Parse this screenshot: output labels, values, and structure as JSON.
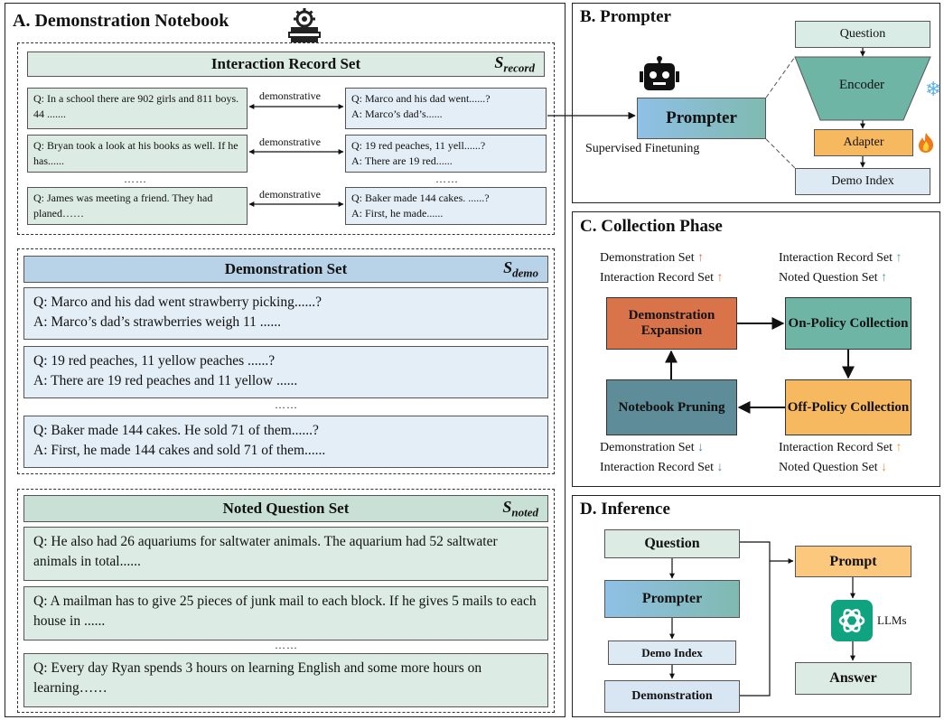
{
  "panelA": {
    "title": "A. Demonstration Notebook",
    "record": {
      "header": "Interaction Record Set",
      "sym_main": "S",
      "sym_sub": "record",
      "rows": [
        {
          "left": "Q: In a school there are 902 girls and 811 boys. 44 .......",
          "label": "demonstrative",
          "right": "Q: Marco and his dad went......?\nA: Marco’s dad’s......"
        },
        {
          "left": "Q: Bryan took a look at his books as well. If he has......",
          "label": "demonstrative",
          "right": "Q: 19 red peaches, 11 yell......?\nA: There are 19 red......"
        },
        {
          "left": "Q: James was meeting a friend. They had planed……",
          "label": "demonstrative",
          "right": "Q: Baker made 144 cakes. ......?\nA: First, he made......"
        }
      ],
      "dots_left": "……",
      "dots_right": "……"
    },
    "demo": {
      "header": "Demonstration Set",
      "sym_main": "S",
      "sym_sub": "demo",
      "items": [
        "Q: Marco and his dad went strawberry picking......?\nA: Marco’s dad’s strawberries weigh 11 ......",
        "Q: 19 red peaches, 11 yellow peaches ......?\nA: There are 19 red peaches and 11 yellow ......",
        "Q: Baker made 144 cakes. He sold 71 of them......?\nA: First, he made 144 cakes and sold 71 of them......"
      ],
      "dots": "……"
    },
    "noted": {
      "header": "Noted Question Set",
      "sym_main": "S",
      "sym_sub": "noted",
      "items": [
        "Q: He also had 26 aquariums for saltwater animals. The aquarium had 52 saltwater animals in total......",
        "Q: A mailman has to give 25 pieces of junk mail to each block. If he gives 5 mails to each house in ......",
        "Q: Every day Ryan spends 3 hours on learning English and some more hours on learning……"
      ],
      "dots": "……"
    }
  },
  "panelB": {
    "title": "B. Prompter",
    "question": "Question",
    "encoder": "Encoder",
    "adapter": "Adapter",
    "demo_index": "Demo Index",
    "prompter": "Prompter",
    "sft": "Supervised Finetuning"
  },
  "panelC": {
    "title": "C. Collection Phase",
    "tl": [
      "Demonstration Set",
      "Interaction Record Set"
    ],
    "tr": [
      "Interaction Record Set",
      "Noted Question Set"
    ],
    "bl": [
      "Demonstration Set",
      "Interaction Record Set"
    ],
    "br": [
      "Interaction Record Set",
      "Noted Question Set"
    ],
    "expansion": "Demonstration Expansion",
    "onpolicy": "On-Policy Collection",
    "offpolicy": "Off-Policy Collection",
    "pruning": "Notebook Pruning",
    "arrow_up": "↑",
    "arrow_down": "↓",
    "colors": {
      "expansion": "#d9744a",
      "onpolicy": "#6fb5a6",
      "offpolicy": "#f7b95f",
      "pruning": "#5e8c98"
    }
  },
  "panelD": {
    "title": "D. Inference",
    "question": "Question",
    "prompter": "Prompter",
    "demo_index": "Demo Index",
    "demonstration": "Demonstration",
    "prompt": "Prompt",
    "llms": "LLMs",
    "answer": "Answer"
  }
}
